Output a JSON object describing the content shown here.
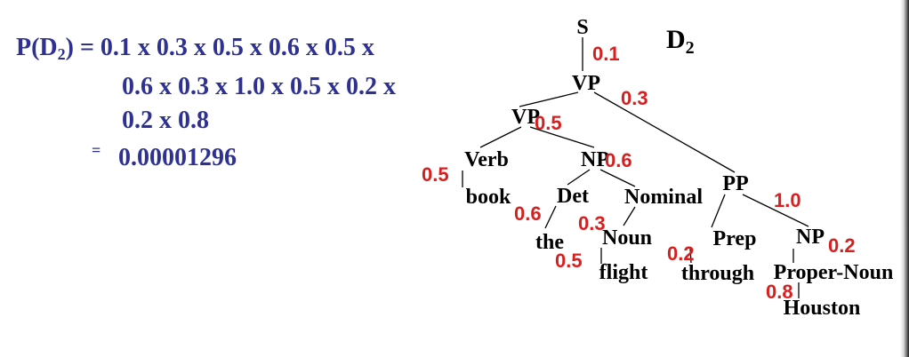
{
  "equation": {
    "lhs_prefix": "P(D",
    "lhs_sub": "2",
    "lhs_suffix": ") = 0.1 x 0.3 x 0.5 x 0.6 x 0.5 x",
    "line2": "0.6 x 0.3 x 1.0 x 0.5 x 0.2 x",
    "line3": "0.2 x 0.8",
    "eq_sign": "=",
    "result": "0.00001296"
  },
  "derivation_label": {
    "main": "D",
    "sub": "2"
  },
  "tree": {
    "nodes": [
      {
        "id": "S",
        "label": "S"
      },
      {
        "id": "VP",
        "label": "VP"
      },
      {
        "id": "VP2",
        "label": "VP"
      },
      {
        "id": "PP",
        "label": "PP"
      },
      {
        "id": "Verb",
        "label": "Verb"
      },
      {
        "id": "NP",
        "label": "NP"
      },
      {
        "id": "book",
        "label": "book"
      },
      {
        "id": "Det",
        "label": "Det"
      },
      {
        "id": "Nominal",
        "label": "Nominal"
      },
      {
        "id": "the",
        "label": "the"
      },
      {
        "id": "Noun",
        "label": "Noun"
      },
      {
        "id": "flight",
        "label": "flight"
      },
      {
        "id": "Prep",
        "label": "Prep"
      },
      {
        "id": "NP2",
        "label": "NP"
      },
      {
        "id": "through",
        "label": "through"
      },
      {
        "id": "ProperNoun",
        "label": "Proper-Noun"
      },
      {
        "id": "Houston",
        "label": "Houston"
      }
    ],
    "edges": [
      {
        "from": "S",
        "to": "VP"
      },
      {
        "from": "VP",
        "to": "VP2"
      },
      {
        "from": "VP",
        "to": "PP"
      },
      {
        "from": "VP2",
        "to": "Verb"
      },
      {
        "from": "VP2",
        "to": "NP"
      },
      {
        "from": "Verb",
        "to": "book"
      },
      {
        "from": "NP",
        "to": "Det"
      },
      {
        "from": "NP",
        "to": "Nominal"
      },
      {
        "from": "Det",
        "to": "the"
      },
      {
        "from": "Nominal",
        "to": "Noun"
      },
      {
        "from": "Noun",
        "to": "flight"
      },
      {
        "from": "PP",
        "to": "Prep"
      },
      {
        "from": "PP",
        "to": "NP2"
      },
      {
        "from": "Prep",
        "to": "through"
      },
      {
        "from": "NP2",
        "to": "ProperNoun"
      },
      {
        "from": "ProperNoun",
        "to": "Houston"
      }
    ],
    "probabilities": [
      {
        "id": "p_S",
        "value": "0.1"
      },
      {
        "id": "p_VP",
        "value": "0.3"
      },
      {
        "id": "p_VP2",
        "value": "0.5"
      },
      {
        "id": "p_NP",
        "value": "0.6"
      },
      {
        "id": "p_Verb",
        "value": "0.5"
      },
      {
        "id": "p_PP",
        "value": "1.0"
      },
      {
        "id": "p_Det",
        "value": "0.6"
      },
      {
        "id": "p_Nominal",
        "value": "0.3"
      },
      {
        "id": "p_Noun",
        "value": "0.5"
      },
      {
        "id": "p_Prep",
        "value": "0.2"
      },
      {
        "id": "p_NP2",
        "value": "0.2"
      },
      {
        "id": "p_ProperNoun",
        "value": "0.8"
      }
    ]
  },
  "colors": {
    "equation": "#2e3192",
    "probability": "#d71f1f",
    "node": "#000000"
  }
}
